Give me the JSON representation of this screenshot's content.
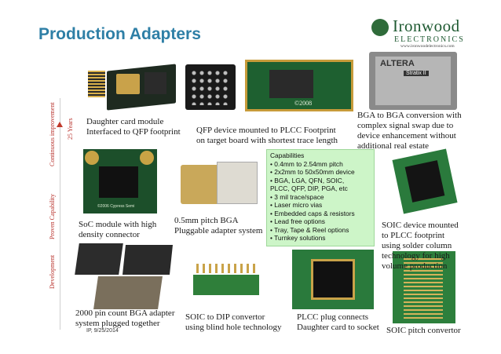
{
  "title": "Production Adapters",
  "logo": {
    "name": "Ironwood",
    "sub": "ELECTRONICS",
    "url": "www.ironwoodelectronics.com"
  },
  "axis": {
    "continuous": "Continuous improvement",
    "years": "25 Years",
    "proven": "Proven Capability",
    "development": "Development"
  },
  "captions": {
    "daughter_1": "Daughter card module",
    "daughter_2": "Interfaced to QFP footprint",
    "qfp_1": "QFP device mounted to PLCC Footprint",
    "qfp_2": "on target board with shortest trace length",
    "bga_1": "BGA to BGA conversion with",
    "bga_2": "complex signal swap due to",
    "bga_3": "device enhancement without",
    "bga_4": "additional real estate",
    "soc_1": "SoC module with high",
    "soc_2": "density connector",
    "pitch_1": "0.5mm pitch BGA",
    "pitch_2": "Pluggable adapter system",
    "soicplcc_1": "SOIC device mounted",
    "soicplcc_2": "to PLCC footprint",
    "soicplcc_3": "using solder column",
    "soicplcc_4": "technology for high",
    "soicplcc_5": "volume production",
    "pin_1": "2000 pin count BGA adapter",
    "pin_2": "system plugged together",
    "dip_1": "SOIC to DIP convertor",
    "dip_2": "using blind hole technology",
    "plug_1": "PLCC plug connects",
    "plug_2": "Daughter card to socket",
    "soicpitch": "SOIC pitch convertor"
  },
  "capabilities": {
    "heading": "Capabilities",
    "items": [
      "0.4mm to 2.54mm pitch",
      "2x2mm to 50x50mm device",
      "BGA, LGA, QFN, SOIC,",
      "PLCC, QFP, DIP, PGA, etc",
      "3 mil trace/space",
      "Laser micro vias",
      "Embedded caps & resistors",
      "Lead free options",
      "Tray, Tape & Reel options",
      "Turnkey solutions"
    ]
  },
  "photo_texts": {
    "qfp_year": "©2008",
    "altera": "ALTERA",
    "stratix": "Stratix II",
    "soc_mark": "©2006 Cypress Semi"
  },
  "footer": "IP, 9/25/2014"
}
